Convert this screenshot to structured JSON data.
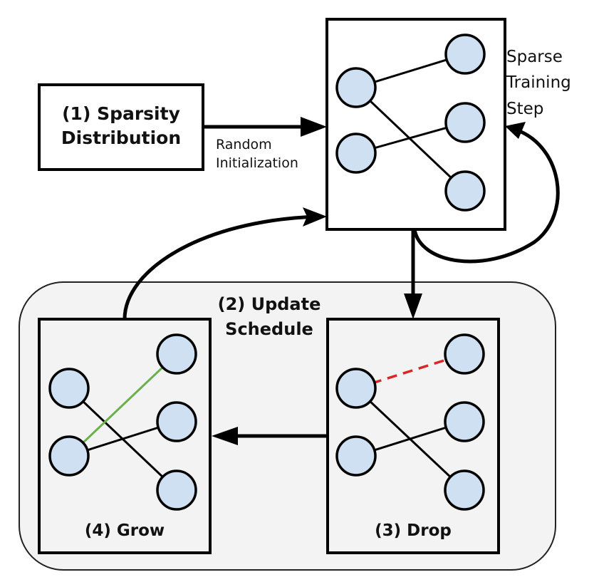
{
  "colors": {
    "node_fill": "#cfe0f3",
    "stroke": "#000000",
    "container_fill": "#f3f3f3",
    "grow_edge": "#6ab04c",
    "drop_edge": "#d62828"
  },
  "labels": {
    "sparsity_line1": "(1) Sparsity",
    "sparsity_line2": "Distribution",
    "random_init_line1": "Random",
    "random_init_line2": "Initialization",
    "sparse_step_line1": "Sparse",
    "sparse_step_line2": "Training",
    "sparse_step_line3": "Step",
    "update_line1": "(2) Update",
    "update_line2": "Schedule",
    "drop": "(3) Drop",
    "grow": "(4) Grow"
  },
  "networks": {
    "training": {
      "edges": [
        {
          "from": "L1",
          "to": "R1",
          "style": "solid"
        },
        {
          "from": "L1",
          "to": "R3",
          "style": "solid"
        },
        {
          "from": "L2",
          "to": "R2",
          "style": "solid"
        }
      ]
    },
    "drop": {
      "edges": [
        {
          "from": "L1",
          "to": "R1",
          "style": "dropped"
        },
        {
          "from": "L1",
          "to": "R3",
          "style": "solid"
        },
        {
          "from": "L2",
          "to": "R2",
          "style": "solid"
        }
      ]
    },
    "grow": {
      "edges": [
        {
          "from": "L1",
          "to": "R3",
          "style": "solid"
        },
        {
          "from": "L2",
          "to": "R2",
          "style": "solid"
        },
        {
          "from": "L2",
          "to": "R1",
          "style": "grown"
        }
      ]
    }
  }
}
